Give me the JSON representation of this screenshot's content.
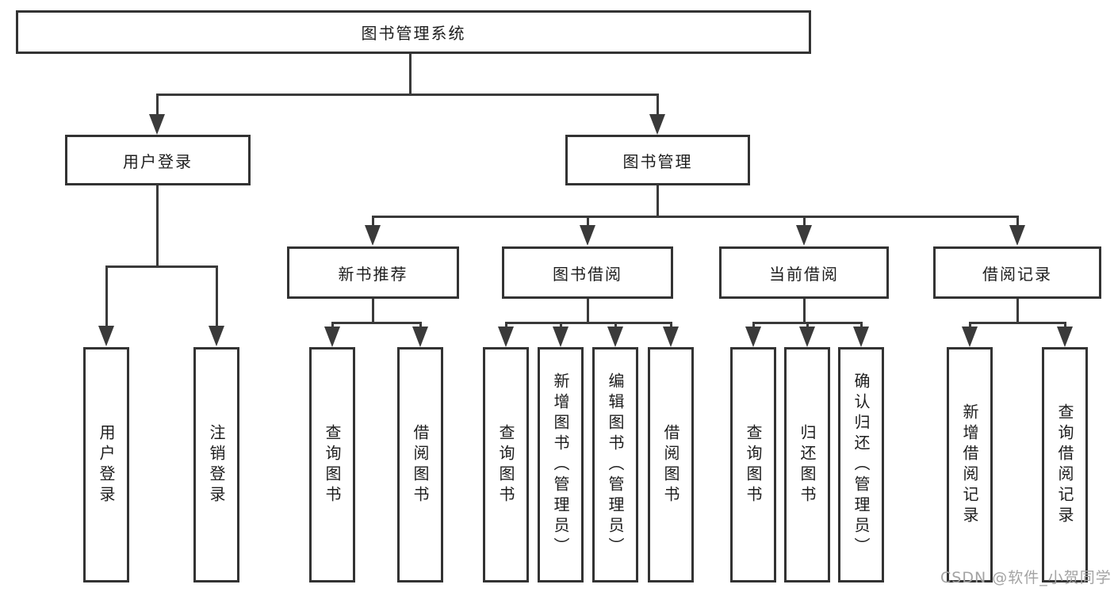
{
  "tree": {
    "label": "图书管理系统",
    "children": [
      {
        "label": "用户登录",
        "children": [
          {
            "label": "用户登录"
          },
          {
            "label": "注销登录"
          }
        ]
      },
      {
        "label": "图书管理",
        "children": [
          {
            "label": "新书推荐",
            "children": [
              {
                "label": "查询图书"
              },
              {
                "label": "借阅图书"
              }
            ]
          },
          {
            "label": "图书借阅",
            "children": [
              {
                "label": "查询图书"
              },
              {
                "label": "新增图书（管理员）"
              },
              {
                "label": "编辑图书（管理员）"
              },
              {
                "label": "借阅图书"
              }
            ]
          },
          {
            "label": "当前借阅",
            "children": [
              {
                "label": "查询图书"
              },
              {
                "label": "归还图书"
              },
              {
                "label": "确认归还（管理员）"
              }
            ]
          },
          {
            "label": "借阅记录",
            "children": [
              {
                "label": "新增借阅记录"
              },
              {
                "label": "查询借阅记录"
              }
            ]
          }
        ]
      }
    ]
  },
  "watermark": {
    "text": "CSDN @软件_小贺同学"
  },
  "colors": {
    "line": "#3a3a3a",
    "box_border": "#333333",
    "text": "#1d1d1d",
    "watermark": "#a3a3a3",
    "background": "#ffffff"
  }
}
